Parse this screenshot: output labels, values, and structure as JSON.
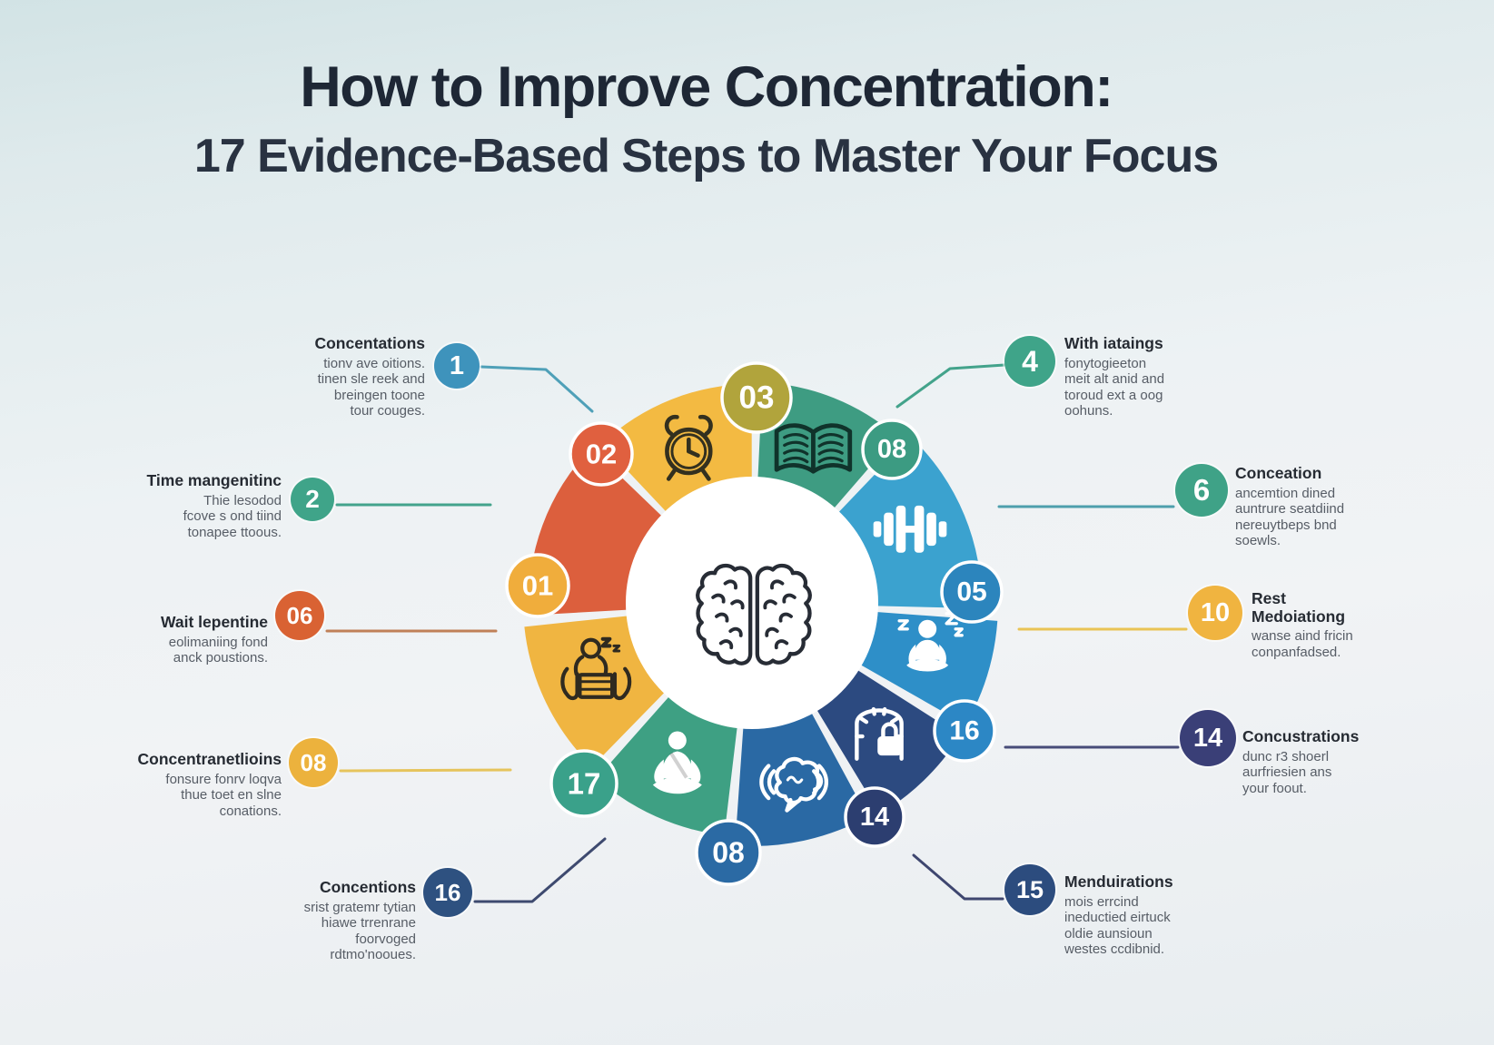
{
  "header": {
    "title": "How to Improve Concentration:",
    "subtitle": "17 Evidence-Based Steps to Master Your Focus"
  },
  "callouts": [
    {
      "num": "1",
      "title": "Concentations",
      "body": "tionv ave oitions.\ntinen sle reek and\nbreingen toone\ntour couges.",
      "badge_color": "#3E93BC",
      "line_color": "#4FA0B8"
    },
    {
      "num": "2",
      "title": "Time mangenitinc",
      "body": "Thie lesodod\nfcove s ond tiind\ntonapee ttoous.",
      "badge_color": "#3FA489",
      "line_color": "#43A38B"
    },
    {
      "num": "06",
      "title": "Wait lepentine",
      "body": "eolimaniing fond\nanck poustions.",
      "badge_color": "#D96233",
      "line_color": "#C08058"
    },
    {
      "num": "08",
      "title": "Concentranetlioins",
      "body": "fonsure fonrv loqva\nthue toet en slne\nconations.",
      "badge_color": "#ECB23D",
      "line_color": "#E6C45C"
    },
    {
      "num": "16",
      "title": "Concentions",
      "body": "srist gratemr tytian\nhiawe trrenrane\nfoorvoged\nrdtmo'nooues.",
      "badge_color": "#2E5180",
      "line_color": "#3E4A6F"
    },
    {
      "num": "4",
      "title": "With iataings",
      "body": "fonytogieeton\nmeit alt anid and\ntoroud ext a oog\noohuns.",
      "badge_color": "#3FA489",
      "line_color": "#43A38B"
    },
    {
      "num": "6",
      "title": "Conceation",
      "body": "ancemtion dined\nauntrure seatdiind\nnereuytbeps bnd\nsoewls.",
      "badge_color": "#3FA287",
      "line_color": "#4E9FAC"
    },
    {
      "num": "10",
      "title": "Rest\nMedoiationg",
      "body": "wanse aind fricin\nconpanfadsed.",
      "badge_color": "#F0B440",
      "line_color": "#E9C355"
    },
    {
      "num": "14",
      "title": "Concustrations",
      "body": "dunc r3 shoerl\naurfriesien ans\nyour foout.",
      "badge_color": "#3A3F77",
      "line_color": "#474C78"
    },
    {
      "num": "15",
      "title": "Menduirations",
      "body": "mois errcind\nineductied eirtuck\noldie aunsioun\nwestes ccdibnid.",
      "badge_color": "#2C4C7E",
      "line_color": "#3E466F"
    }
  ],
  "wheel": {
    "center_icon": "brain-icon",
    "segments": [
      {
        "icon": "alarm-clock-icon",
        "color": "#F3BA42",
        "icon_color": "#33301f"
      },
      {
        "icon": "open-book-icon",
        "color": "#3E9C82",
        "icon_color": "#10332b"
      },
      {
        "icon": "dumbbell-icon",
        "color": "#3BA2CF",
        "icon_color": "#ffffff"
      },
      {
        "icon": "sleep-meditate-icon",
        "color": "#2E8FC8",
        "icon_color": "#ffffff"
      },
      {
        "icon": "door-lock-icon",
        "color": "#2C4A80",
        "icon_color": "#ffffff"
      },
      {
        "icon": "brain-chat-icon",
        "color": "#2A69A4",
        "icon_color": "#ffffff"
      },
      {
        "icon": "meditate-icon",
        "color": "#3EA083",
        "icon_color": "#ffffff"
      },
      {
        "icon": "desk-sleep-icon",
        "color": "#F0B541",
        "icon_color": "#2f2a20"
      },
      {
        "icon": "hand-book-icon",
        "color": "#DC5F3D",
        "icon_color": "#3a1f15"
      }
    ],
    "badges": [
      {
        "num": "03",
        "color": "#B1A43C"
      },
      {
        "num": "08",
        "color": "#3C9B82"
      },
      {
        "num": "05",
        "color": "#2C85BD"
      },
      {
        "num": "16",
        "color": "#2C87C5"
      },
      {
        "num": "14",
        "color": "#2C3E70"
      },
      {
        "num": "08",
        "color": "#2B6AA4"
      },
      {
        "num": "17",
        "color": "#3AA18A"
      },
      {
        "num": "01",
        "color": "#F0AD3C"
      },
      {
        "num": "02",
        "color": "#E0603F"
      }
    ]
  }
}
